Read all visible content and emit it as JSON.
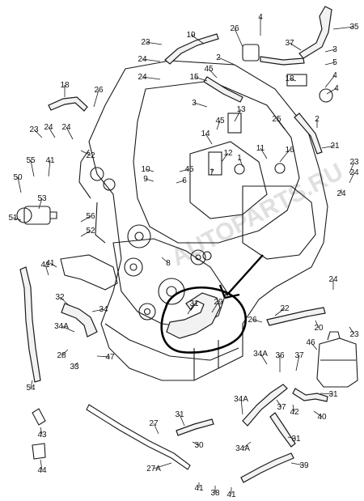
{
  "diagram": {
    "watermark": "AUTOPARTS.RU",
    "accent_color": "#1a1a1a",
    "labels": [
      "35",
      "4",
      "37",
      "5",
      "3",
      "4",
      "23",
      "24",
      "24",
      "19",
      "26",
      "2",
      "45",
      "15",
      "3",
      "18",
      "26",
      "13",
      "45",
      "23",
      "24",
      "24",
      "22",
      "14",
      "12",
      "7",
      "11",
      "1",
      "16",
      "21",
      "55",
      "41",
      "50",
      "53",
      "51",
      "10",
      "9",
      "45",
      "6",
      "23",
      "24",
      "24",
      "56",
      "52",
      "8",
      "41",
      "32",
      "34",
      "34A",
      "47",
      "28",
      "33",
      "31",
      "29",
      "24",
      "22",
      "20",
      "23",
      "26",
      "34A",
      "36",
      "37",
      "46",
      "31",
      "54",
      "43",
      "44",
      "31",
      "27",
      "27A",
      "30",
      "41",
      "38",
      "41",
      "34A",
      "34A",
      "37",
      "42",
      "40",
      "39",
      "31",
      "25",
      "2",
      "4",
      "18",
      "41"
    ]
  }
}
